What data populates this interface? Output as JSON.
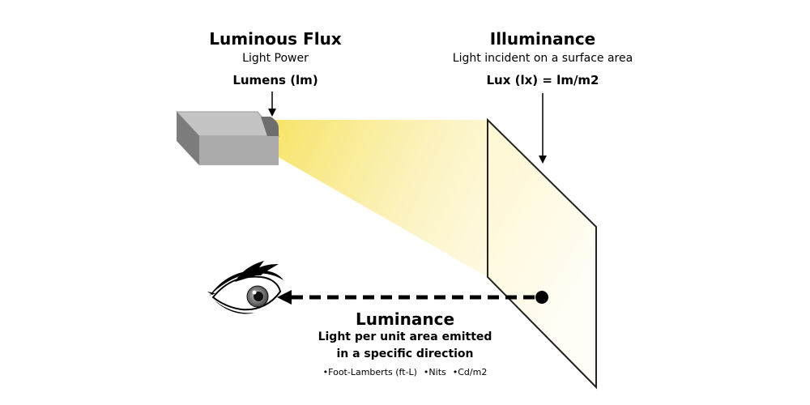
{
  "luminous_flux": {
    "title": "Luminous Flux",
    "subtitle": "Light Power",
    "unit": "Lumens (lm)"
  },
  "illuminance": {
    "title": "Illuminance",
    "subtitle": "Light incident on a surface area",
    "unit": "Lux (lx) = lm/m2"
  },
  "luminance": {
    "title": "Luminance",
    "line1": "Light per unit area emitted",
    "line2": "in a specific direction",
    "units": [
      "•Foot-Lamberts (ft-L)",
      "•Nits",
      "•Cd/m2"
    ]
  },
  "colors": {
    "beam": "#f7e46a",
    "projector_top": "#c9c9c9",
    "projector_front": "#b0b0b0",
    "projector_side": "#8a8a8a",
    "screen_fill": "#fffdf0"
  }
}
